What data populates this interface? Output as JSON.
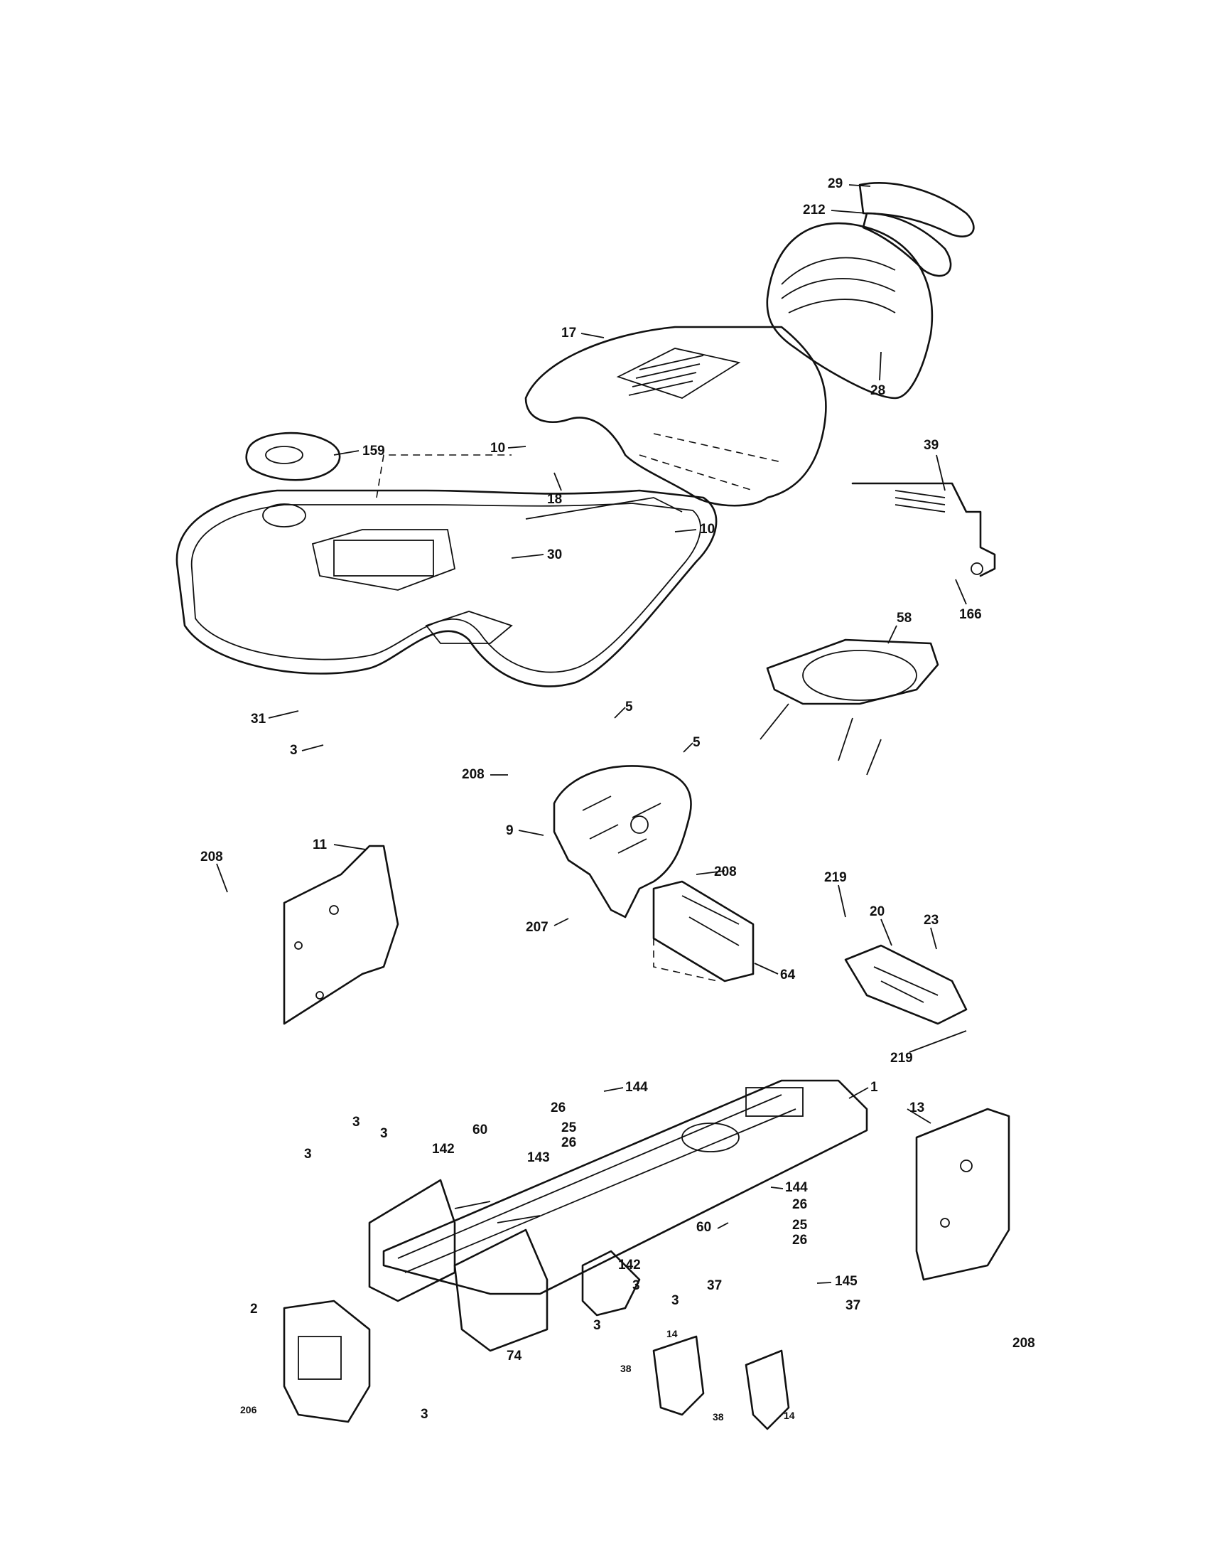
{
  "diagram": {
    "callouts": [
      "29",
      "212",
      "17",
      "28",
      "159",
      "10",
      "18",
      "10",
      "30",
      "39",
      "166",
      "58",
      "31",
      "3",
      "5",
      "5",
      "208",
      "9",
      "208",
      "207",
      "11",
      "208",
      "64",
      "219",
      "20",
      "23",
      "219",
      "1",
      "144",
      "26",
      "25",
      "26",
      "3",
      "3",
      "3",
      "142",
      "60",
      "143",
      "144",
      "26",
      "60",
      "25",
      "26",
      "13",
      "142",
      "3",
      "3",
      "37",
      "145",
      "37",
      "3",
      "2",
      "74",
      "14",
      "38",
      "38",
      "14",
      "206",
      "3",
      "208"
    ]
  }
}
